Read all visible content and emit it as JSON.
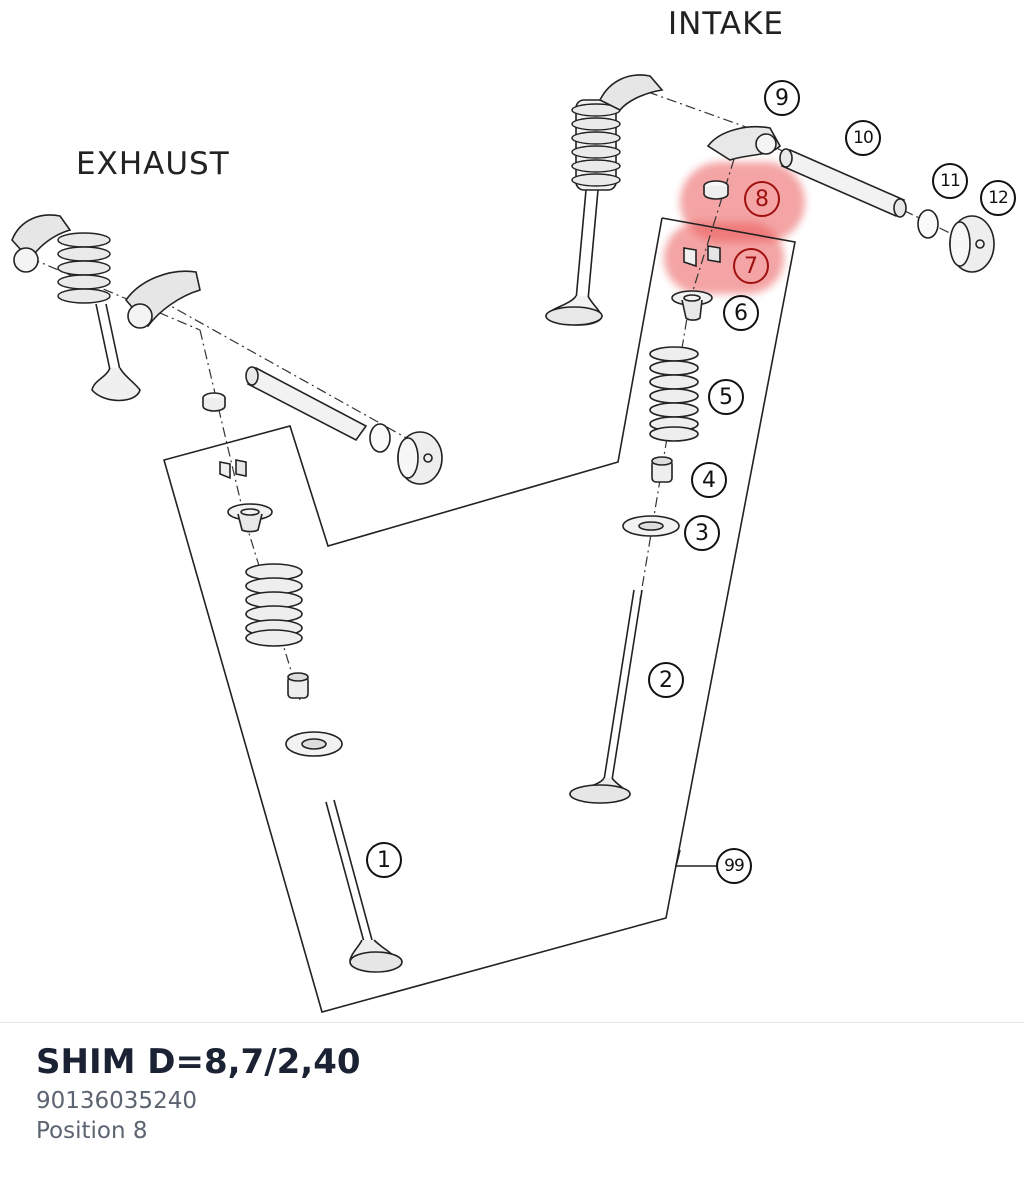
{
  "diagram": {
    "intake_label": "INTAKE",
    "exhaust_label": "EXHAUST",
    "part_numbers": {
      "p1": "1",
      "p2": "2",
      "p3": "3",
      "p4": "4",
      "p5": "5",
      "p6": "6",
      "p7": "7",
      "p8": "8",
      "p9": "9",
      "p10": "10",
      "p11": "11",
      "p12": "12",
      "p99": "99"
    },
    "highlighted_parts": [
      "7",
      "8"
    ],
    "highlight_color": "#eb5a5a"
  },
  "part_info": {
    "title": "SHIM D=8,7/2,40",
    "number": "90136035240",
    "position": "Position 8"
  }
}
